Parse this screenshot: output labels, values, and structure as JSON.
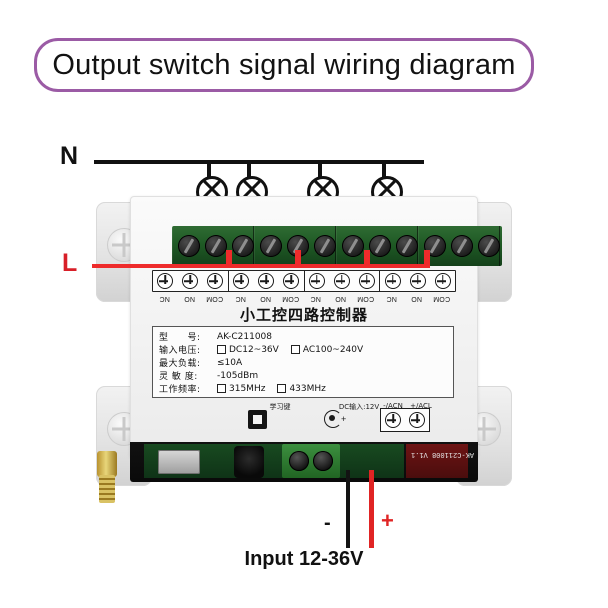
{
  "title": {
    "text": "Output switch signal wiring diagram",
    "border_color": "#9b5ba5"
  },
  "wiring": {
    "neutral_label": "N",
    "live_label": "L",
    "neutral_color": "#111111",
    "live_color": "#ee2b2b",
    "lamp_wire_color": "#a83fa8",
    "lamp_count": 4,
    "lamp_icon": "lamp-cross-circle-icon"
  },
  "device": {
    "product_title": "小工控四路控制器",
    "terminal_labels": [
      "NC",
      "NO",
      "COM",
      "NC",
      "NO",
      "COM",
      "NC",
      "NO",
      "COM",
      "NC",
      "NO",
      "COM"
    ],
    "specs": [
      {
        "key": "型　　号:",
        "value": "AK-C211008"
      },
      {
        "key": "输入电压:",
        "value": "DC12~36V",
        "value2": "AC100~240V",
        "checkbox": true
      },
      {
        "key": "最大负载:",
        "value": "≤10A"
      },
      {
        "key": "灵 敏 度:",
        "value": "-105dBm"
      },
      {
        "key": "工作频率:",
        "value": "315MHz",
        "value2": "433MHz",
        "checkbox": true
      }
    ],
    "bottom_labels": {
      "learn_key": "学习键",
      "dc_input": "DC输入:12V",
      "ac_negative": "-/ACN",
      "ac_positive": "+/ACL"
    },
    "pcb_marking": "AK-C211008  V1.1"
  },
  "input": {
    "caption": "Input 12-36V",
    "negative_symbol": "-",
    "positive_symbol": "+",
    "negative_color": "#131313",
    "positive_color": "#e02424"
  }
}
